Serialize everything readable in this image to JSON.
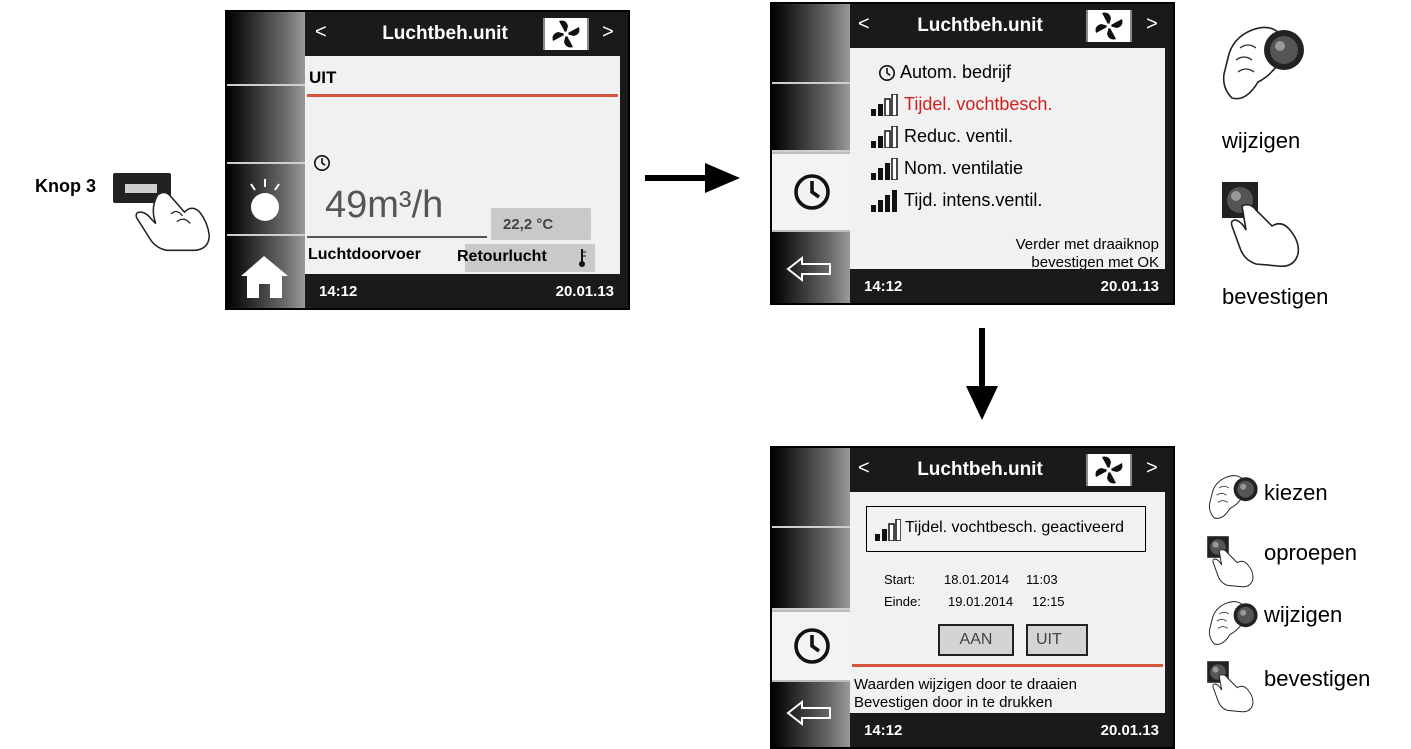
{
  "left": {
    "button_label": "Knop 3",
    "screen": {
      "title": "Luchtbeh.unit",
      "nav_prev": "<",
      "nav_next": ">",
      "status": "UIT",
      "flow_value": "49m³/h",
      "flow_label": "Luchtdoorvoer",
      "temp_value": "22,2 °C",
      "temp_label": "Retourlucht",
      "time": "14:12",
      "date": "20.01.13"
    }
  },
  "middle": {
    "screen": {
      "title": "Luchtbeh.unit",
      "nav_prev": "<",
      "nav_next": ">",
      "menu": [
        {
          "label": "Autom. bedrijf",
          "icon": "clock-icon",
          "selected": false
        },
        {
          "label": "Tijdel. vochtbesch.",
          "icon": "signal-bars-icon",
          "selected": true
        },
        {
          "label": "Reduc. ventil.",
          "icon": "signal-bars-icon",
          "selected": false
        },
        {
          "label": "Nom. ventilatie",
          "icon": "signal-bars-icon",
          "selected": false
        },
        {
          "label": "Tijd. intens.ventil.",
          "icon": "signal-bars-icon",
          "selected": false
        }
      ],
      "hint_line1": "Verder met draaiknop",
      "hint_line2": "bevestigen met OK",
      "time": "14:12",
      "date": "20.01.13"
    },
    "steps": [
      {
        "label": "wijzigen",
        "icon": "turn-knob-icon"
      },
      {
        "label": "bevestigen",
        "icon": "press-knob-icon"
      }
    ]
  },
  "bottom": {
    "screen": {
      "title": "Luchtbeh.unit",
      "nav_prev": "<",
      "nav_next": ">",
      "mode_label": "Tijdel. vochtbesch. geactiveerd",
      "start_label": "Start:",
      "start_date": "18.01.2014",
      "start_time": "11:03",
      "end_label": "Einde:",
      "end_date": "19.01.2014",
      "end_time": "12:15",
      "btn_on": "AAN",
      "btn_off": "UIT",
      "hint_line1": "Waarden wijzigen door te draaien",
      "hint_line2": "Bevestigen door in te drukken",
      "time": "14:12",
      "date": "20.01.13"
    },
    "steps": [
      {
        "label": "kiezen",
        "icon": "turn-knob-icon"
      },
      {
        "label": "oproepen",
        "icon": "press-knob-icon"
      },
      {
        "label": "wijzigen",
        "icon": "turn-knob-icon"
      },
      {
        "label": "bevestigen",
        "icon": "press-knob-icon"
      }
    ]
  },
  "colors": {
    "accent_red": "#d6563f",
    "selected_text": "#d11f1f"
  }
}
